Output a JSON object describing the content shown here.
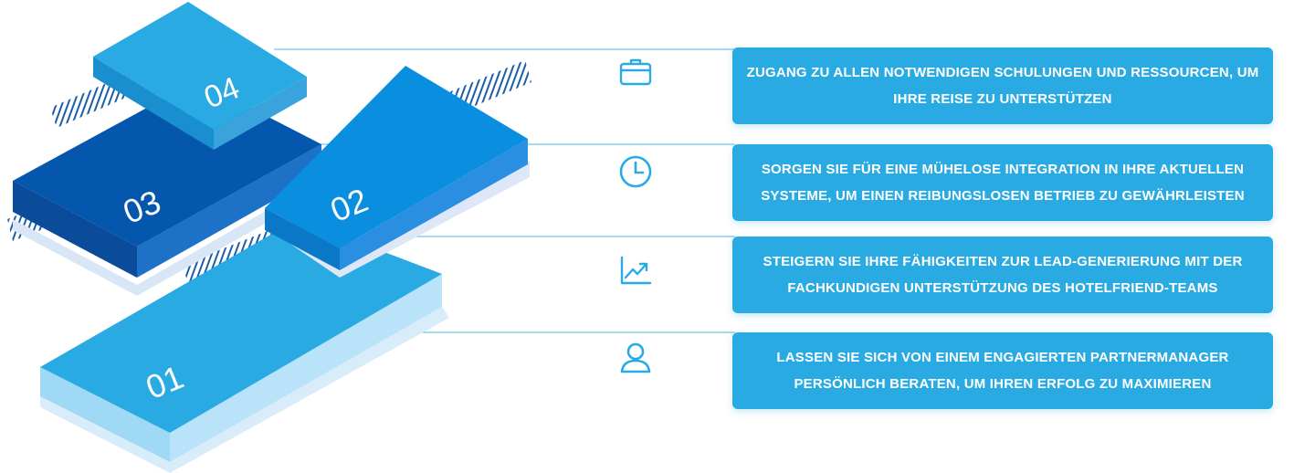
{
  "steps": [
    {
      "number": "01",
      "icon": "user-icon",
      "text": "LASSEN SIE SICH VON EINEM ENGAGIERTEN PARTNERMANAGER PERSÖNLICH BERATEN, UM IHREN ERFOLG ZU MAXIMIEREN"
    },
    {
      "number": "02",
      "icon": "chart-up-icon",
      "text": "STEIGERN SIE IHRE FÄHIGKEITEN ZUR LEAD-GENERIERUNG MIT DER FACHKUNDIGEN UNTERSTÜTZUNG DES HOTELFRIEND-TEAMS"
    },
    {
      "number": "03",
      "icon": "clock-icon",
      "text": "SORGEN SIE FÜR EINE MÜHELOSE INTEGRATION IN IHRE AKTUELLEN SYSTEME, UM EINEN REIBUNGSLOSEN BETRIEB ZU GEWÄHRLEISTEN"
    },
    {
      "number": "04",
      "icon": "briefcase-icon",
      "text": "ZUGANG ZU ALLEN NOTWENDIGEN SCHULUNGEN UND RESSOURCEN, UM IHRE REISE ZU UNTERSTÜTZEN"
    }
  ],
  "colors": {
    "accent": "#29aae3",
    "block_01": "#29aae3",
    "block_02": "#0a8fe0",
    "block_03": "#0557ad",
    "block_04": "#29aae3",
    "stripes": "#1c5fa8",
    "line": "#6cc6ee"
  }
}
